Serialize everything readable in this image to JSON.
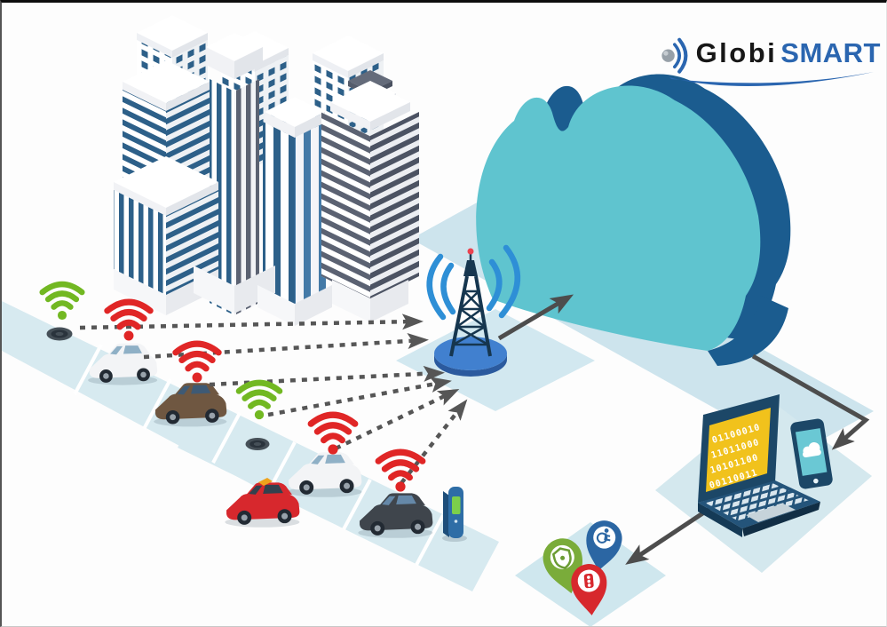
{
  "logo": {
    "globi": "Globi",
    "smart": "SMART",
    "icon": "globe-signal-icon"
  },
  "laptop": {
    "binary_rows": [
      "01100010",
      "11011000",
      "10101100",
      "00110011"
    ]
  },
  "smartphone": {
    "screen_icon": "cloud-icon"
  },
  "diagram": {
    "nodes": [
      "city-buildings",
      "smart-vehicles",
      "road-sensors",
      "parking-kiosk",
      "cell-tower",
      "cloud",
      "laptop",
      "smartphone",
      "city-service-pins"
    ],
    "edges": [
      {
        "from": "road-sensor-1",
        "to": "cell-tower",
        "style": "dashed-arrow"
      },
      {
        "from": "vehicle-white-van-1",
        "to": "cell-tower",
        "style": "dashed-arrow"
      },
      {
        "from": "vehicle-brown-suv",
        "to": "cell-tower",
        "style": "dashed-arrow"
      },
      {
        "from": "road-sensor-2",
        "to": "cell-tower",
        "style": "dashed-arrow"
      },
      {
        "from": "vehicle-white-van-2",
        "to": "cell-tower",
        "style": "dashed-arrow"
      },
      {
        "from": "vehicle-black-suv",
        "to": "cell-tower",
        "style": "dashed-arrow"
      },
      {
        "from": "cell-tower",
        "to": "cloud",
        "style": "solid-arrow"
      },
      {
        "from": "cloud",
        "to": "smartphone",
        "style": "solid-arrow"
      },
      {
        "from": "laptop",
        "to": "city-service-pins",
        "style": "solid-arrow"
      }
    ],
    "wifi_signals": [
      {
        "id": 1,
        "color": "green",
        "over": "road-sensor-1"
      },
      {
        "id": 2,
        "color": "red",
        "over": "vehicle-white-van-1"
      },
      {
        "id": 3,
        "color": "red",
        "over": "vehicle-brown-suv"
      },
      {
        "id": 4,
        "color": "green",
        "over": "road-sensor-2"
      },
      {
        "id": 5,
        "color": "red",
        "over": "vehicle-white-van-2"
      },
      {
        "id": 6,
        "color": "red",
        "over": "vehicle-black-suv"
      }
    ],
    "pins": [
      {
        "color": "green",
        "icon": "shield"
      },
      {
        "color": "blue",
        "icon": "wheelchair-accessibility"
      },
      {
        "color": "red",
        "icon": "traffic-light"
      }
    ]
  },
  "colors": {
    "cloud_teal": "#5fc4cf",
    "cloud_shadow_blue": "#1b5c8f",
    "tile_light_blue": "#d3e8ef",
    "wifi_green": "#72b822",
    "wifi_red": "#e02626",
    "navy": "#1c4767",
    "laptop_screen_yellow": "#f1c21c",
    "arrow_gray": "#4d4d4d",
    "logo_blue": "#2b66b0",
    "pin_green": "#7aac3a",
    "pin_blue": "#2b66a3",
    "pin_red": "#d7282d",
    "building_navy": "#2d6089",
    "building_slate": "#5b6272"
  }
}
